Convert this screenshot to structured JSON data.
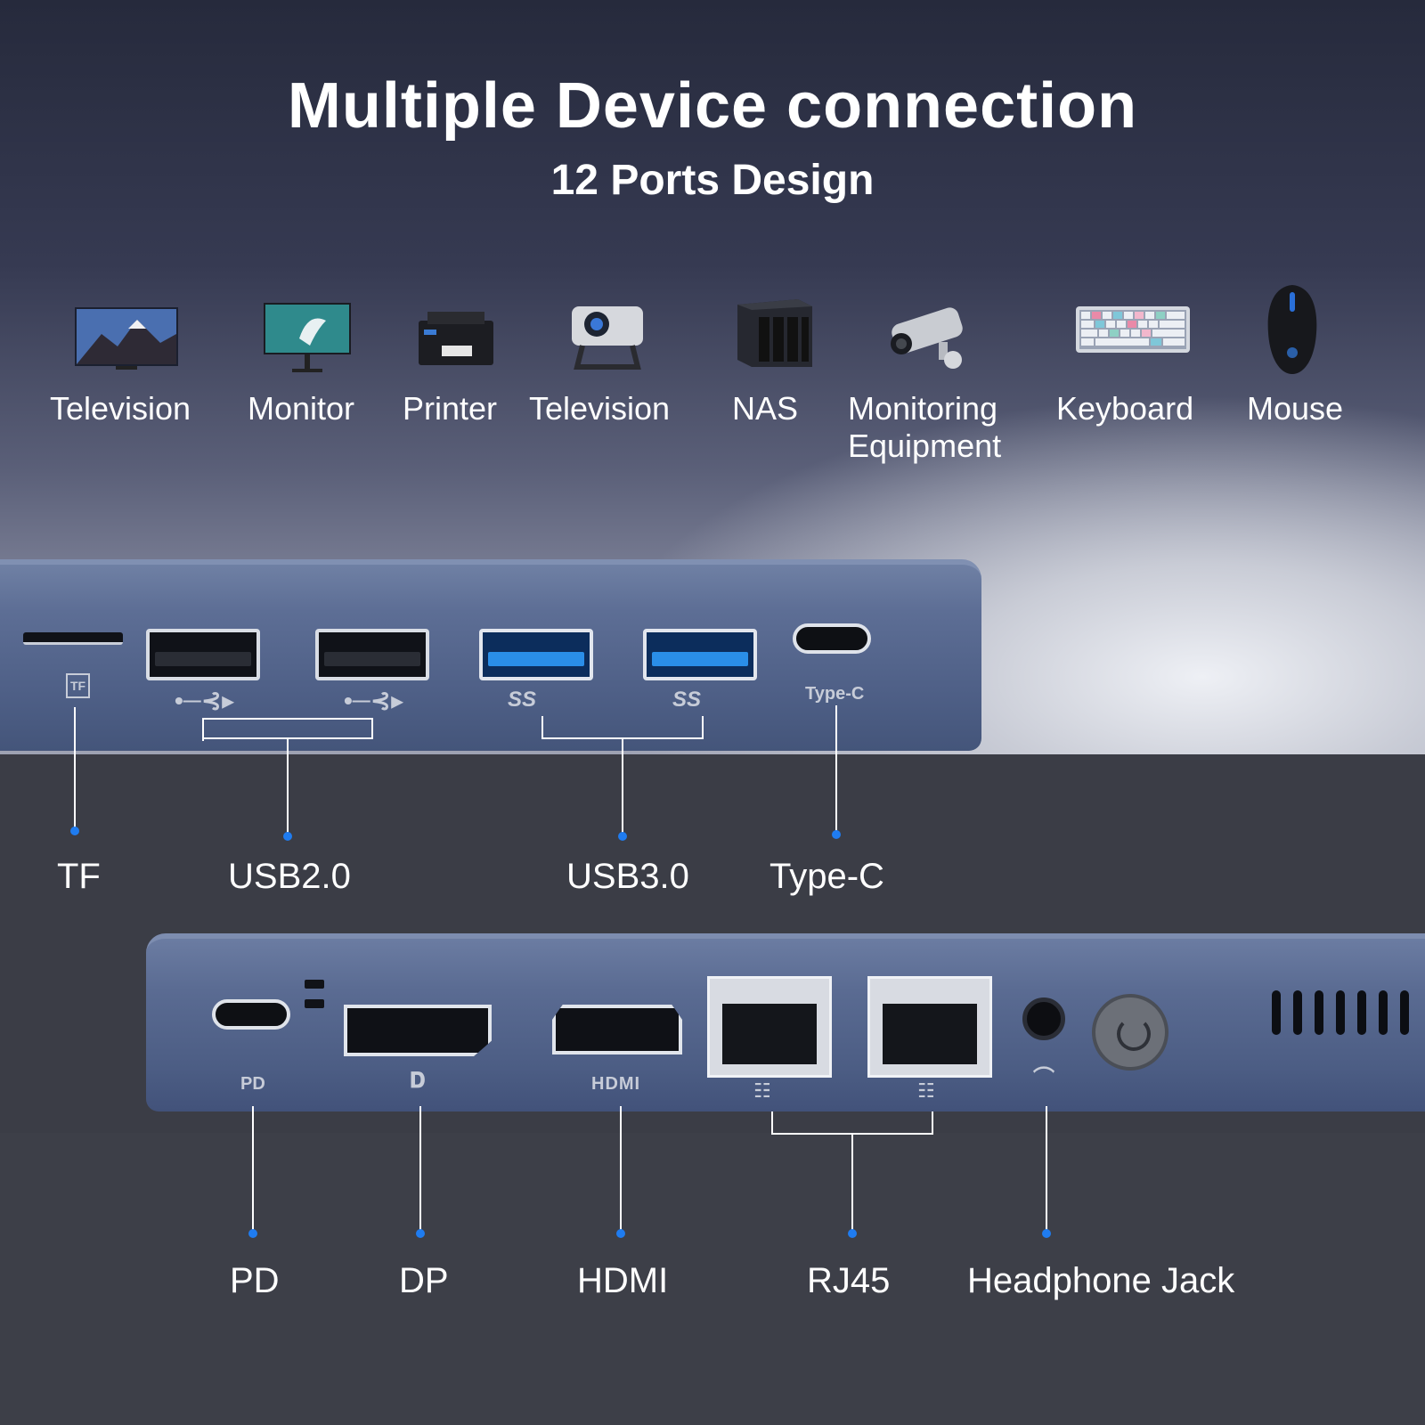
{
  "header": {
    "title": "Multiple Device connection",
    "subtitle": "12 Ports Design"
  },
  "devices": [
    {
      "label": "Television",
      "icon": "television-icon"
    },
    {
      "label": "Monitor",
      "icon": "monitor-icon"
    },
    {
      "label": "Printer",
      "icon": "printer-icon"
    },
    {
      "label": "Television",
      "icon": "projector-icon"
    },
    {
      "label": "NAS",
      "icon": "nas-icon"
    },
    {
      "label": "Monitoring\nEquipment",
      "icon": "security-camera-icon"
    },
    {
      "label": "Keyboard",
      "icon": "keyboard-icon"
    },
    {
      "label": "Mouse",
      "icon": "mouse-icon"
    }
  ],
  "hub_markings": {
    "tf": "TF",
    "usb3_a": "SS",
    "usb3_b": "SS",
    "typec": "Type-C",
    "pd": "PD",
    "hdmi": "HDMI"
  },
  "top_ports": [
    "TF",
    "USB2.0",
    "USB3.0",
    "Type-C"
  ],
  "bottom_ports": [
    "PD",
    "DP",
    "HDMI",
    "RJ45",
    "Headphone Jack"
  ],
  "colors": {
    "accent_dot": "#1f7cf0",
    "hub_body": "#566890",
    "usb3_blue": "#2a8ee8"
  }
}
